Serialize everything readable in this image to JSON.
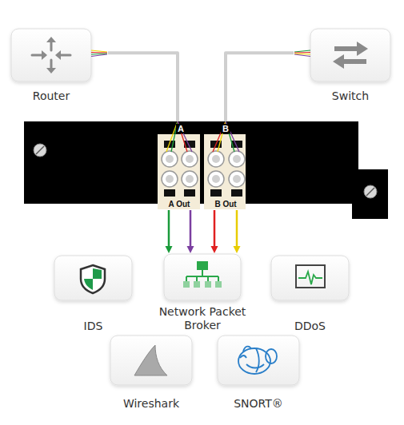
{
  "diagram": {
    "nodes": [
      {
        "text": [
          "Router"
        ]
      },
      {
        "text": [
          "Switch"
        ]
      },
      {
        "text": [
          "A",
          "B",
          "A Out",
          "B Out"
        ]
      },
      {
        "text": [
          "IDS"
        ]
      },
      {
        "text": [
          "Network Packet Broker"
        ]
      },
      {
        "text": [
          "DDoS"
        ]
      },
      {
        "text": [
          "Wireshark"
        ]
      },
      {
        "text": [
          "SNORT®"
        ]
      }
    ],
    "edges": [
      {
        "from": 0,
        "to": 2,
        "arrow": "none"
      },
      {
        "from": 1,
        "to": 2,
        "arrow": "none"
      },
      {
        "from": 2,
        "to": 4,
        "arrow": "to"
      },
      {
        "from": 2,
        "to": 4,
        "arrow": "to"
      },
      {
        "from": 2,
        "to": 4,
        "arrow": "to"
      },
      {
        "from": 2,
        "to": 4,
        "arrow": "to"
      }
    ]
  }
}
